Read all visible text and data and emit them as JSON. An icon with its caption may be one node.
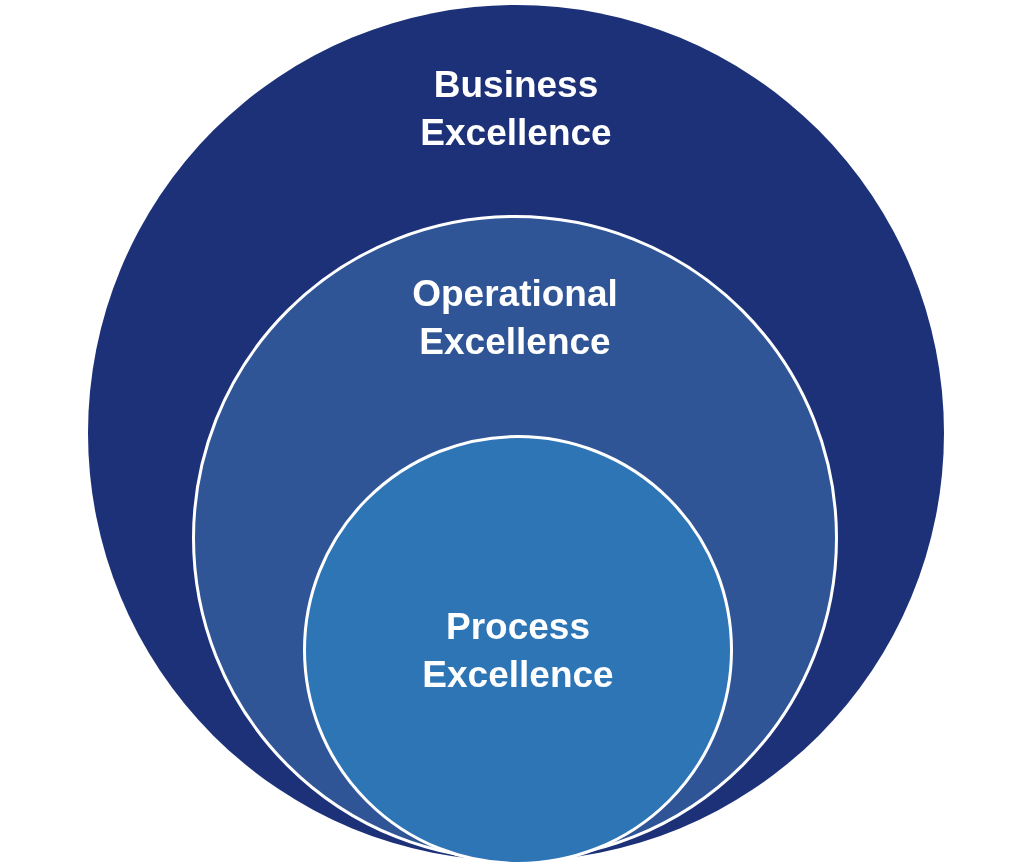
{
  "diagram": {
    "nodes": [
      {
        "text": [
          "Business Excellence"
        ]
      },
      {
        "text": [
          "Operational Excellence"
        ],
        "in": 0
      },
      {
        "text": [
          "Process Excellence"
        ],
        "in": 1
      }
    ]
  }
}
